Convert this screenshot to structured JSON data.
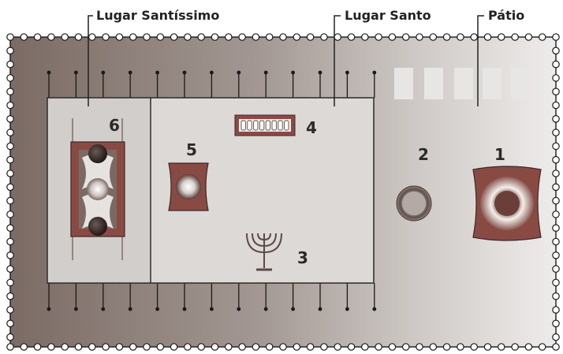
{
  "labels": {
    "holy_of_holies": "Lugar Santíssimo",
    "holy_place": "Lugar Santo",
    "courtyard": "Pátio"
  },
  "items": [
    {
      "number": "1",
      "icon": "altar-of-burnt-offering-icon"
    },
    {
      "number": "2",
      "icon": "bronze-laver-icon"
    },
    {
      "number": "3",
      "icon": "menorah-icon"
    },
    {
      "number": "4",
      "icon": "table-of-showbread-icon"
    },
    {
      "number": "5",
      "icon": "altar-of-incense-icon"
    },
    {
      "number": "6",
      "icon": "ark-of-covenant-icon"
    }
  ],
  "colors": {
    "court_dark": "#7a6a63",
    "court_light": "#e3e1df",
    "tabernacle_fill": "#dcd9d6",
    "border_post": "#1a1a1a",
    "altar_red": "#8a4a44"
  }
}
